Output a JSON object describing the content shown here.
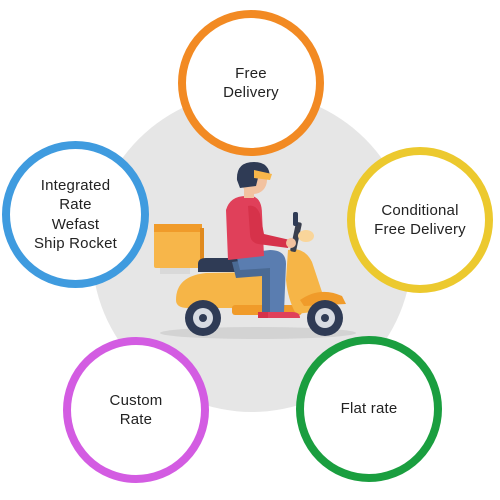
{
  "diagram": {
    "options": [
      {
        "id": "opt-free",
        "label": "Free\nDelivery",
        "color": "#f28a23"
      },
      {
        "id": "opt-cond",
        "label": "Conditional\nFree Delivery",
        "color": "#ecc92e"
      },
      {
        "id": "opt-integ",
        "label": "Integrated\nRate\nWefast\nShip Rocket",
        "color": "#3f9bdf"
      },
      {
        "id": "opt-custom",
        "label": "Custom\nRate",
        "color": "#d35ce2"
      },
      {
        "id": "opt-flat",
        "label": "Flat rate",
        "color": "#1a9e3f"
      }
    ],
    "center_illustration": "delivery-rider-on-scooter",
    "center_backdrop_color": "#e6e6e6"
  }
}
